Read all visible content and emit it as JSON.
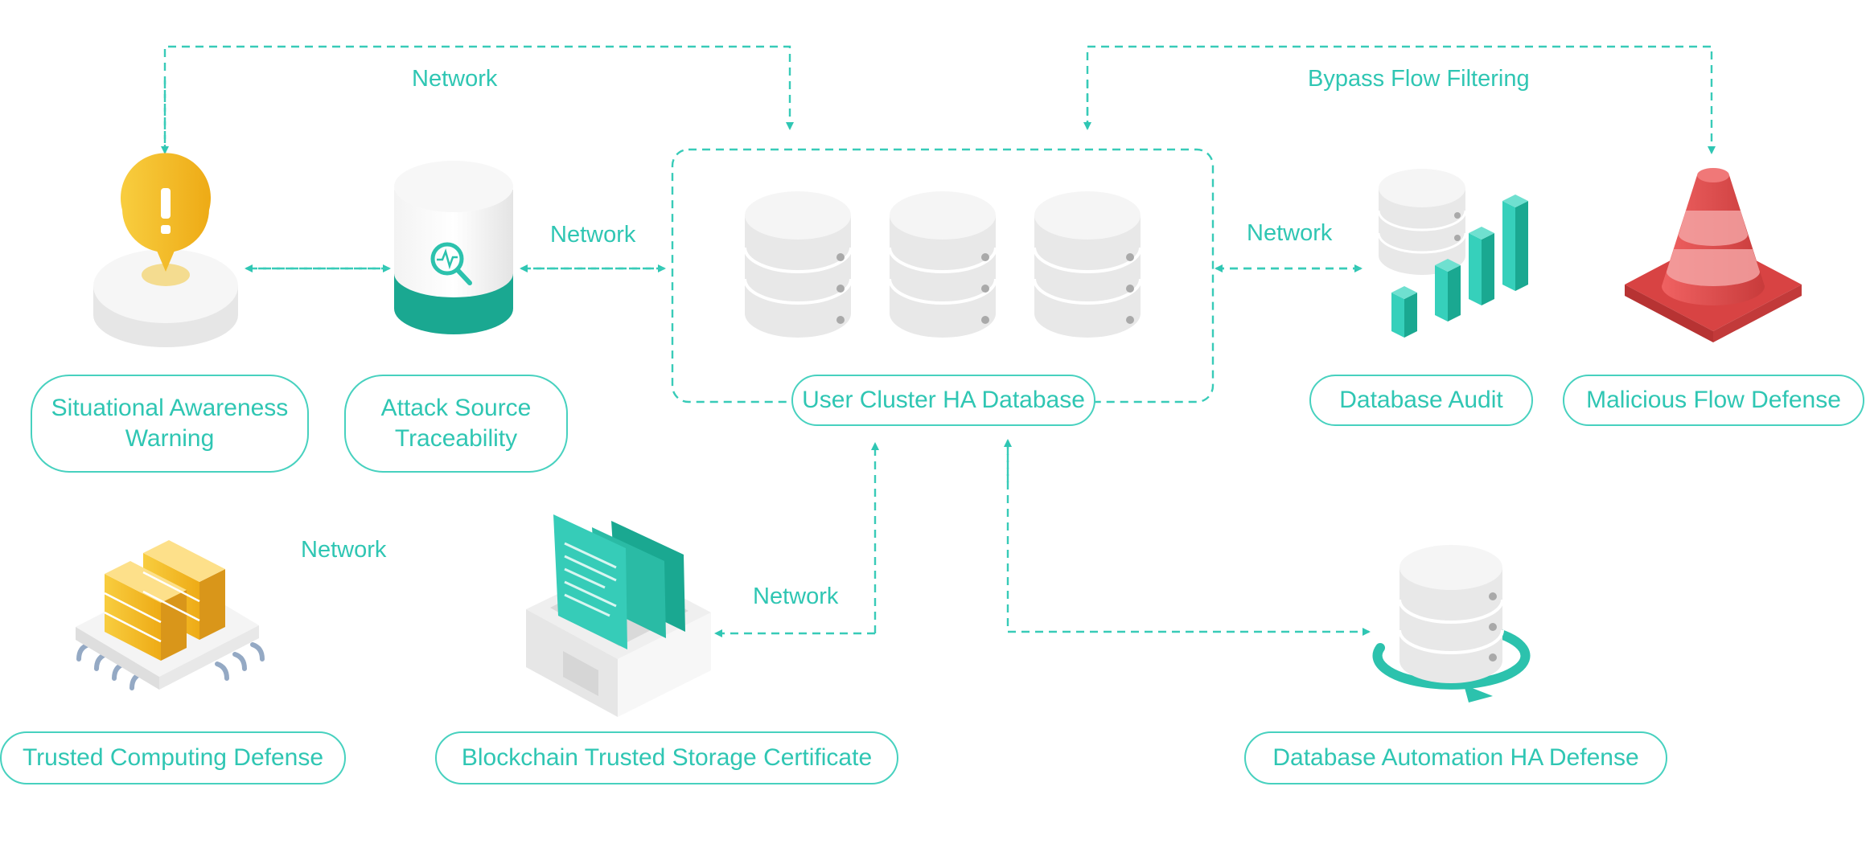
{
  "colors": {
    "accent": "#2fc6b3",
    "teal_dark": "#1aa891",
    "warning_yellow": "#f2b81e",
    "cone_red": "#e24d4d",
    "wall_yellow": "#f7c948",
    "device_gray": "#e9e9e9"
  },
  "nodes": {
    "situational_awareness": {
      "label": "Situational Awareness Warning",
      "icon": "warning-pin-icon"
    },
    "attack_source": {
      "label": "Attack Source Traceability",
      "icon": "search-cylinder-icon"
    },
    "user_cluster": {
      "label": "User Cluster HA Database",
      "icon": "database-cluster-icon"
    },
    "database_audit": {
      "label": "Database Audit",
      "icon": "audit-chart-icon"
    },
    "malicious_flow": {
      "label": "Malicious Flow Defense",
      "icon": "traffic-cone-icon"
    },
    "trusted_computing": {
      "label": "Trusted Computing Defense",
      "icon": "firewall-chip-icon"
    },
    "blockchain_storage": {
      "label": "Blockchain Trusted Storage Certificate",
      "icon": "document-box-icon"
    },
    "db_automation": {
      "label": "Database Automation HA Defense",
      "icon": "database-sync-icon"
    }
  },
  "links": {
    "top_left": "Network",
    "top_right": "Bypass Flow Filtering",
    "attack_cluster": "Network",
    "cluster_audit": "Network",
    "trusted_computing": "Network",
    "blockchain": "Network"
  }
}
